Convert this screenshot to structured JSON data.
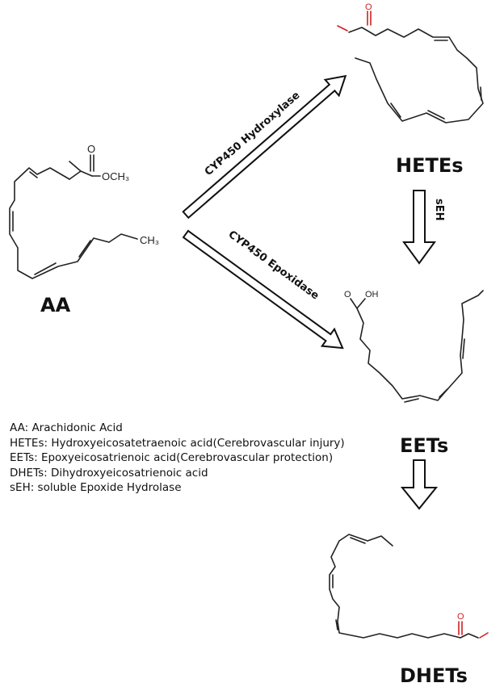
{
  "labels": {
    "aa": "AA",
    "hetes": "HETEs",
    "eets": "EETs",
    "dhets": "DHETs"
  },
  "enzymes": {
    "hydroxylase": "CYP450 Hydroxylase",
    "epoxidase": "CYP450 Epoxidase",
    "seh": "sEH"
  },
  "atoms": {
    "o": "O",
    "och3": "OCH₃",
    "ch3": "CH₃",
    "oh": "OH"
  },
  "legend": [
    "AA:  Arachidonic Acid",
    "HETEs: Hydroxyeicosatetraenoic acid(Cerebrovascular injury)",
    "EETs: Epoxyeicosatrienoic acid(Cerebrovascular protection)",
    "DHETs: Dihydroxyeicosatrienoic acid",
    "sEH: soluble Epoxide Hydrolase"
  ],
  "colors": {
    "bond": "#222222",
    "oxygen": "#cc2222"
  }
}
